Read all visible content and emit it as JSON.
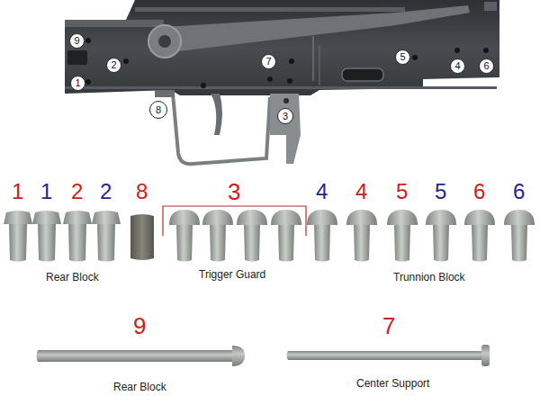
{
  "diagram": {
    "nodes": [
      {
        "text": [
          "9"
        ]
      },
      {
        "text": [
          "1"
        ]
      },
      {
        "text": [
          "2"
        ]
      },
      {
        "text": [
          "8"
        ]
      },
      {
        "text": [
          "7"
        ]
      },
      {
        "text": [
          "3"
        ]
      },
      {
        "text": [
          "5"
        ]
      },
      {
        "text": [
          "4"
        ]
      },
      {
        "text": [
          "6"
        ]
      }
    ],
    "labels": [
      "1",
      "1",
      "2",
      "2",
      "8",
      "3",
      "4",
      "4",
      "5",
      "5",
      "6",
      "6",
      "Rear Block",
      "Trigger Guard",
      "Trunnion Block",
      "9",
      "Rear Block",
      "7",
      "Center Support"
    ]
  }
}
